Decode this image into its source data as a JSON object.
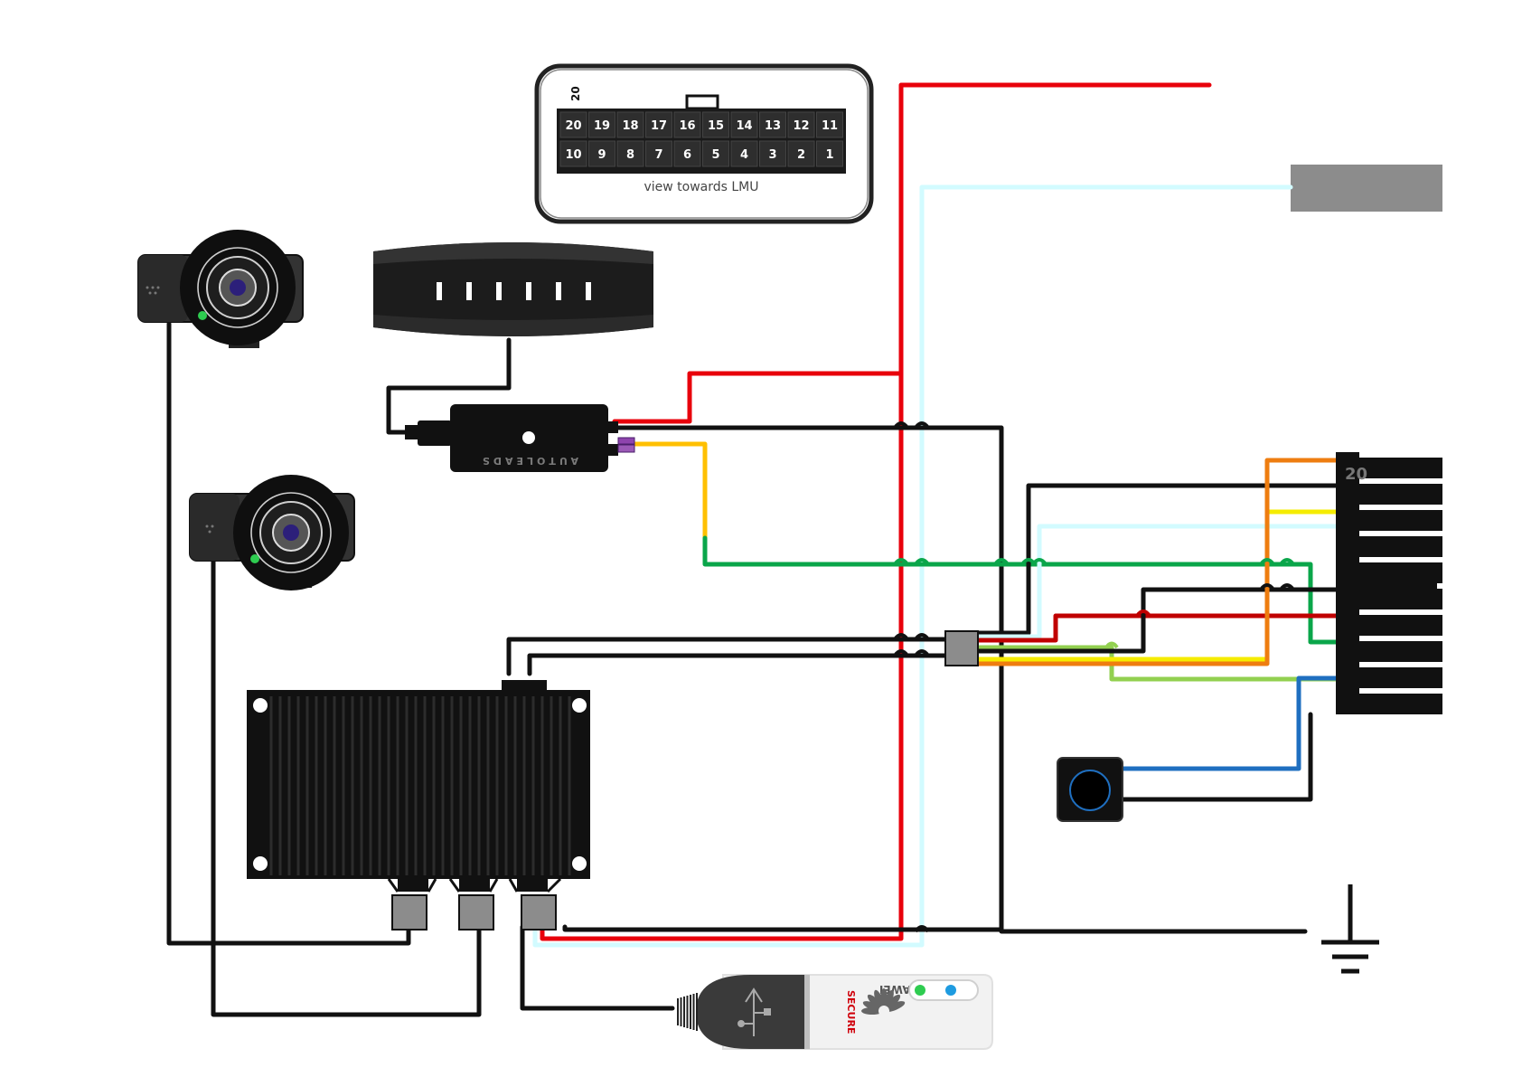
{
  "connector_inset": {
    "header_label": "20",
    "top_row_pins": [
      "20",
      "19",
      "18",
      "17",
      "16",
      "15",
      "14",
      "13",
      "12",
      "11"
    ],
    "bottom_row_pins": [
      "10",
      "9",
      "8",
      "7",
      "6",
      "5",
      "4",
      "3",
      "2",
      "1"
    ],
    "caption": "view towards LMU"
  },
  "harness_connector": {
    "pin_label": "20"
  },
  "power_module": {
    "brand": "AUTOLEADS"
  },
  "usb_modem": {
    "brand": "HUAWEI",
    "badge": "SECURE"
  },
  "wire_colors": {
    "power": "#e8000b",
    "ignition": "#d2fbff",
    "ground": "#111111",
    "green": "#0aa64a",
    "amber": "#ffc000",
    "orange": "#ee7d10",
    "yellow": "#f5ec00",
    "dark_red": "#c00000",
    "light_green": "#92d050",
    "blue": "#1f6fc0"
  },
  "icons": {
    "cameras": "dash-camera-icon",
    "hub": "led-hub-icon",
    "modem": "usb-modem-icon",
    "ground": "ground-symbol-icon",
    "button": "push-button-icon"
  }
}
